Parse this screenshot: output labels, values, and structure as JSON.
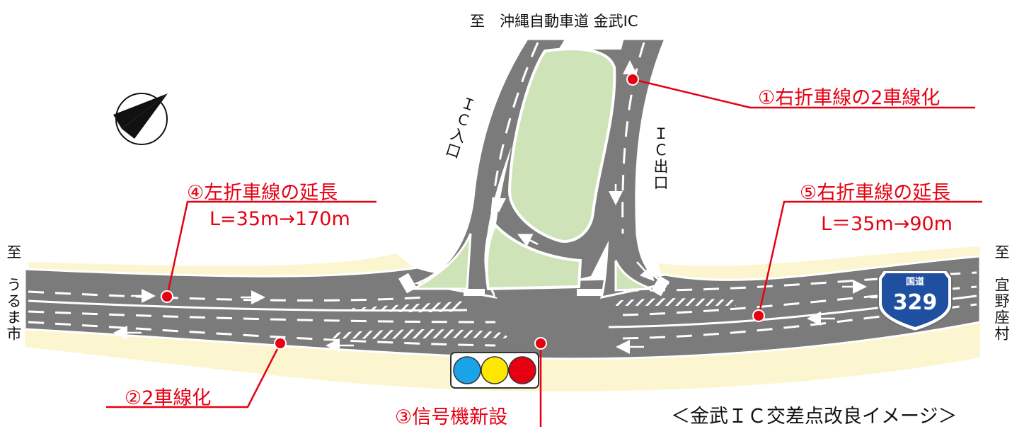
{
  "destinations": {
    "top": "至　沖縄自動車道 金武IC",
    "left": "至　うるま市",
    "right": "至　宜野座村"
  },
  "ramps": {
    "entrance": "ＩＣ入口",
    "exit": "ＩＣ出口"
  },
  "annotations": [
    {
      "id": "1",
      "title": "①右折車線の2車線化",
      "sub": ""
    },
    {
      "id": "2",
      "title": "②2車線化",
      "sub": ""
    },
    {
      "id": "3",
      "title": "③信号機新設",
      "sub": ""
    },
    {
      "id": "4",
      "title": "④左折車線の延長",
      "sub": "L=35m→170m"
    },
    {
      "id": "5",
      "title": "⑤右折車線の延長",
      "sub": "L＝35m→90m"
    }
  ],
  "route_shield": {
    "header": "国道",
    "number": "329",
    "color": "#1f4fa0"
  },
  "signal": {
    "colors": [
      "#1aa3e8",
      "#ffe800",
      "#e60012"
    ]
  },
  "caption": "＜金武ＩＣ交差点改良イメージ＞",
  "colors": {
    "road": "#7b7b7b",
    "shoulder": "#fbf6cf",
    "island": "#cfe3b8",
    "accent": "#e60012"
  }
}
